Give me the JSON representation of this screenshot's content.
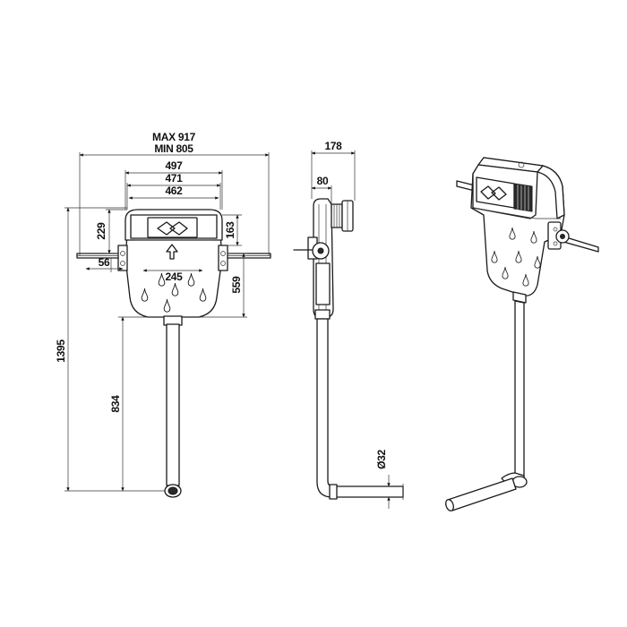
{
  "front_view": {
    "max_width": "MAX 917",
    "min_width": "MIN 805",
    "width_497": "497",
    "width_471": "471",
    "width_462": "462",
    "height_229": "229",
    "height_163": "163",
    "offset_56": "56",
    "offset_245": "245",
    "height_559": "559",
    "height_1395": "1395",
    "height_834": "834"
  },
  "side_view": {
    "depth_178": "178",
    "depth_80": "80",
    "diameter_32": "Ø32"
  },
  "icons": [
    "drop-icon",
    "arrow-up-icon",
    "flush-logo-icon"
  ]
}
